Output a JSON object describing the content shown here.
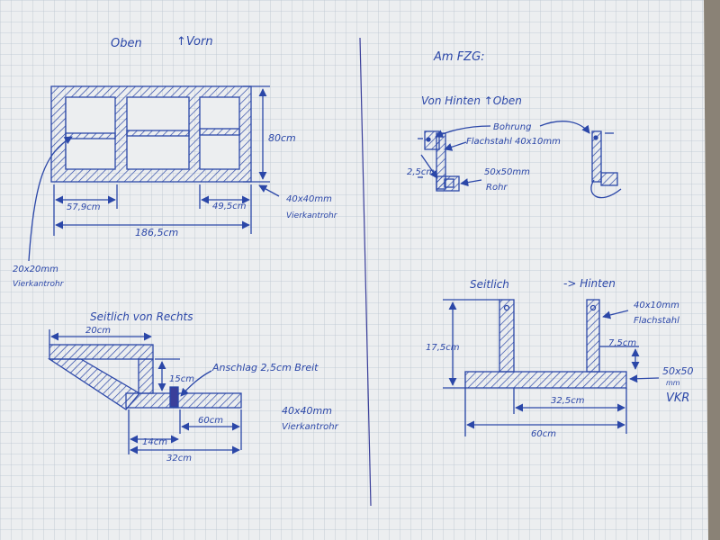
{
  "colors": {
    "ink": "#2b47a8",
    "paper": "#eceef0",
    "grid": "#b9c3cf",
    "floor": "#8a8276",
    "marker": "#3a3f9a"
  },
  "top_view": {
    "title": "Oben",
    "direction": "↑Vorn",
    "dim_height": "80cm",
    "dim_left": "57,9cm",
    "dim_right": "49,5cm",
    "dim_total": "186,5cm",
    "tube_left_size": "20x20mm",
    "tube_left_type": "Vierkantrohr",
    "tube_right_size": "40x40mm",
    "tube_right_type": "Vierkantrohr"
  },
  "side_right": {
    "title": "Seitlich von Rechts",
    "dim_top": "20cm",
    "dim_height": "15cm",
    "stop_label": "Anschlag 2,5cm Breit",
    "dim_right": "60cm",
    "dim_mid": "14cm",
    "dim_total": "32cm",
    "tube_size": "40x40mm",
    "tube_type": "Vierkantrohr"
  },
  "at_vehicle": {
    "title": "Am FZG:",
    "subtitle": "Von Hinten ↑Oben",
    "hole_label": "Bohrung",
    "flat_label": "Flachstahl 40x10mm",
    "dim_small": "2,5cm",
    "tube_size": "50x50mm",
    "tube_type": "Rohr"
  },
  "side_rear": {
    "title_left": "Seitlich",
    "title_right": "-> Hinten",
    "flat_size": "40x10mm",
    "flat_type": "Flachstahl",
    "dim_height": "17,5cm",
    "dim_small": "7,5cm",
    "tube_size": "50x50",
    "tube_unit": "mm",
    "tube_type": "VKR",
    "dim_mid": "32,5cm",
    "dim_total": "60cm"
  }
}
